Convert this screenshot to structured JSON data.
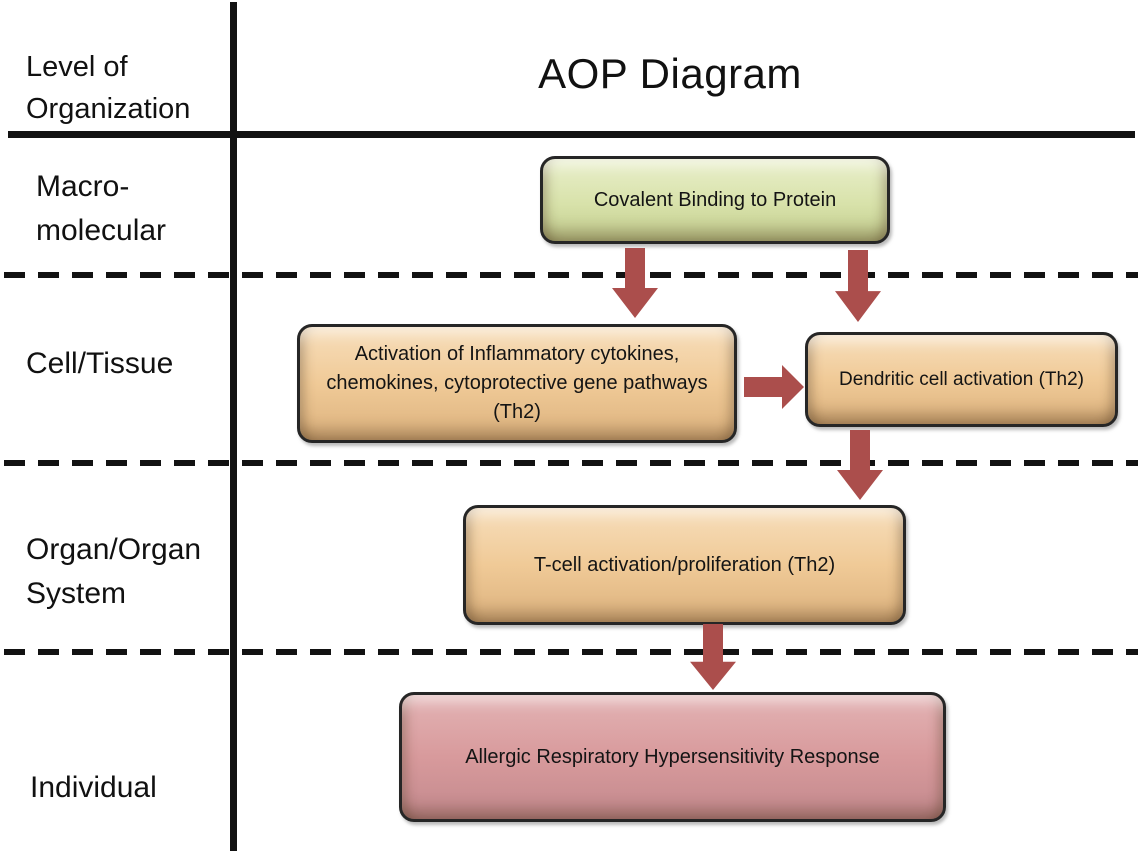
{
  "colors": {
    "line": "#121212",
    "arrow": "#ab4e4c",
    "green_fill": "#d8e2aa",
    "orange_fill": "#f0ca97",
    "pink_fill": "#d89a9c"
  },
  "header": {
    "level_column_label": "Level of\nOrganization",
    "title": "AOP Diagram"
  },
  "levels": [
    {
      "label": "Macro-\nmolecular"
    },
    {
      "label": "Cell/Tissue"
    },
    {
      "label": "Organ/Organ\nSystem"
    },
    {
      "label": "Individual"
    }
  ],
  "nodes": {
    "covalent_binding": "Covalent Binding to Protein",
    "inflammatory_activation": "Activation of Inflammatory cytokines, chemokines, cytoprotective gene pathways (Th2)",
    "dendritic_activation": "Dendritic cell activation (Th2)",
    "tcell_activation": "T-cell activation/proliferation (Th2)",
    "allergic_response": "Allergic Respiratory Hypersensitivity Response"
  }
}
